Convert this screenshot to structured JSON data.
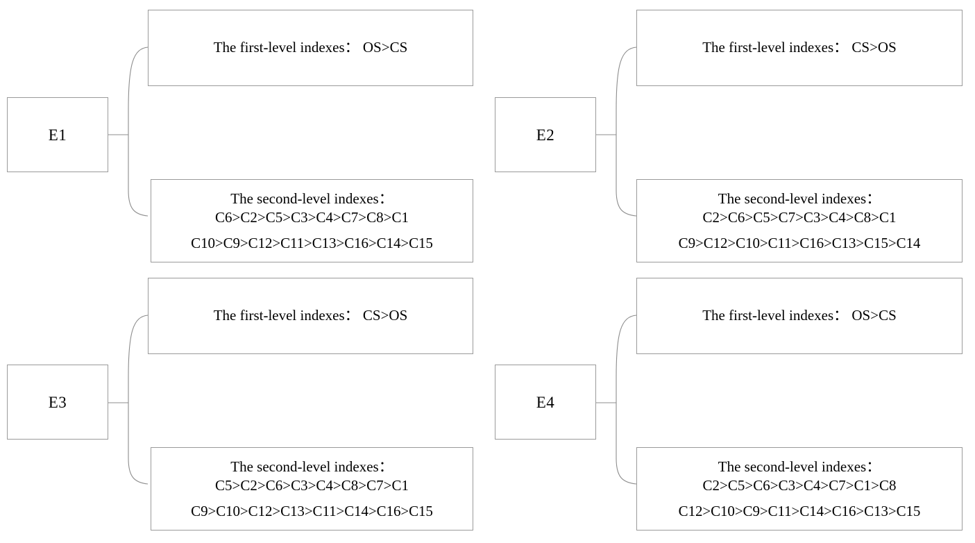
{
  "figure": {
    "type": "diagram",
    "layout": "2x2 grid of expert ranking panels",
    "panel_count": 4,
    "colors": {
      "box_border": "#9a9a9a",
      "connector": "#8c8c8c",
      "text": "#000000",
      "background": "#ffffff"
    },
    "labels": {
      "first_level_prefix": "The first-level indexes：",
      "second_level_prefix": "The second-level indexes："
    }
  },
  "panels": [
    {
      "id": "panel-e1",
      "expert": "E1",
      "first_level": {
        "title": "The first-level indexes：",
        "ranking": "OS>CS",
        "full_text": "The first-level indexes：  OS>CS"
      },
      "second_level": {
        "title": "The second-level indexes：",
        "ranking_line_1": "C6>C2>C5>C3>C4>C7>C8>C1",
        "ranking_line_2": "C10>C9>C12>C11>C13>C16>C14>C15"
      }
    },
    {
      "id": "panel-e2",
      "expert": "E2",
      "first_level": {
        "title": "The first-level indexes：",
        "ranking": "CS>OS",
        "full_text": "The first-level indexes：  CS>OS"
      },
      "second_level": {
        "title": "The second-level indexes：",
        "ranking_line_1": "C2>C6>C5>C7>C3>C4>C8>C1",
        "ranking_line_2": "C9>C12>C10>C11>C16>C13>C15>C14"
      }
    },
    {
      "id": "panel-e3",
      "expert": "E3",
      "first_level": {
        "title": "The first-level indexes：",
        "ranking": "CS>OS",
        "full_text": "The first-level indexes：  CS>OS"
      },
      "second_level": {
        "title": "The second-level indexes：",
        "ranking_line_1": "C5>C2>C6>C3>C4>C8>C7>C1",
        "ranking_line_2": "C9>C10>C12>C13>C11>C14>C16>C15"
      }
    },
    {
      "id": "panel-e4",
      "expert": "E4",
      "first_level": {
        "title": "The first-level indexes：",
        "ranking": "OS>CS",
        "full_text": "The first-level indexes：  OS>CS"
      },
      "second_level": {
        "title": "The second-level indexes：",
        "ranking_line_1": "C2>C5>C6>C3>C4>C7>C1>C8",
        "ranking_line_2": "C12>C10>C9>C11>C14>C16>C13>C15"
      }
    }
  ]
}
